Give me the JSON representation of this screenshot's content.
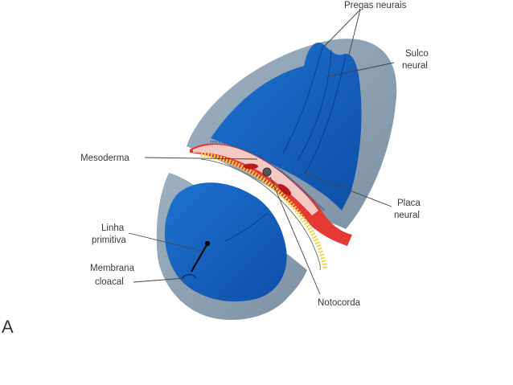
{
  "panel_letter": "A",
  "labels": {
    "pregas_neurais": "Pregas neurais",
    "sulco_line1": "Sulco",
    "sulco_line2": "neural",
    "mesoderma": "Mesoderma",
    "placa_line1": "Placa",
    "placa_line2": "neural",
    "linha_line1": "Linha",
    "linha_line2": "primitiva",
    "membrana_line1": "Membrana",
    "membrana_line2": "cloacal",
    "notocorda": "Notocorda"
  },
  "colors": {
    "amnion_gray": "#8fa3b5",
    "amnion_dark": "#6f8599",
    "ectoderm_blue": "#1565c0",
    "ectoderm_dark": "#0d47a1",
    "mesoderm_red": "#e53935",
    "endoderm_yellow": "#f2d64b",
    "notochord": "#555555"
  }
}
